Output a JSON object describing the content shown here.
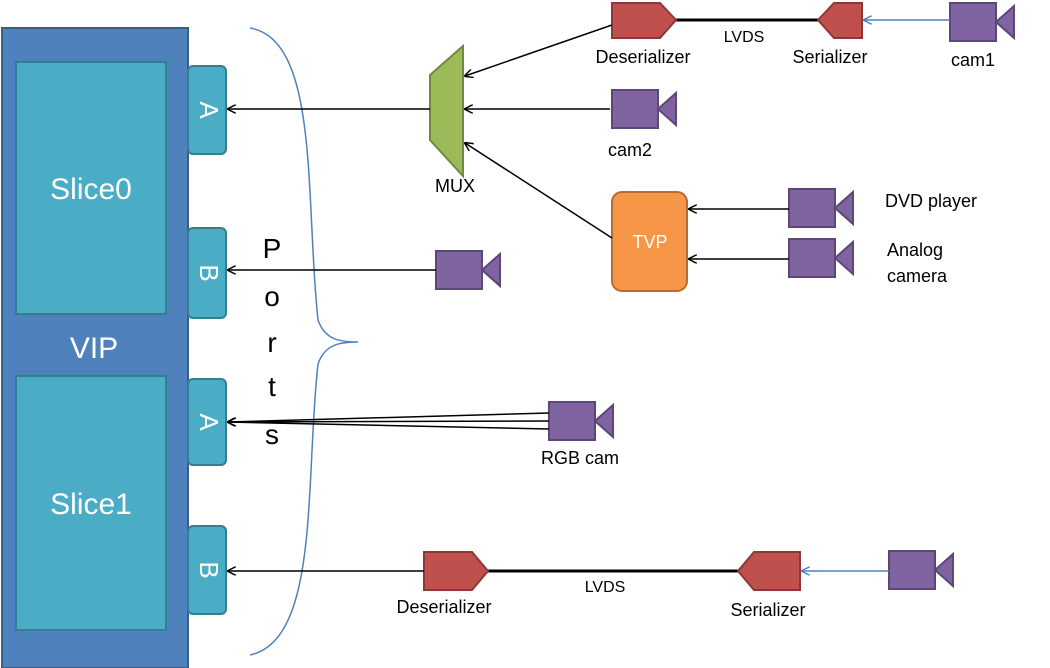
{
  "vip": {
    "label": "VIP"
  },
  "slices": [
    {
      "label": "Slice0",
      "ports": [
        "A",
        "B"
      ]
    },
    {
      "label": "Slice1",
      "ports": [
        "A",
        "B"
      ]
    }
  ],
  "ports_caption": [
    "P",
    "o",
    "r",
    "t",
    "s"
  ],
  "mux": {
    "label": "MUX"
  },
  "tvp": {
    "label": "TVP"
  },
  "devices": {
    "cam1": "cam1",
    "cam2": "cam2",
    "dvd": "DVD player",
    "analog_line1": "Analog",
    "analog_line2": "camera",
    "rgb": "RGB cam"
  },
  "link_top": {
    "deserializer": "Deserializer",
    "serializer": "Serializer",
    "cable": "LVDS"
  },
  "link_bottom": {
    "deserializer": "Deserializer",
    "serializer": "Serializer",
    "cable": "LVDS"
  },
  "colors": {
    "vip": "#4F81BD",
    "slice": "#4BACC6",
    "camera": "#8064A2",
    "serdes": "#C0504D",
    "mux": "#9BBB59",
    "tvp": "#F79646",
    "brace": "#4F81BD"
  }
}
